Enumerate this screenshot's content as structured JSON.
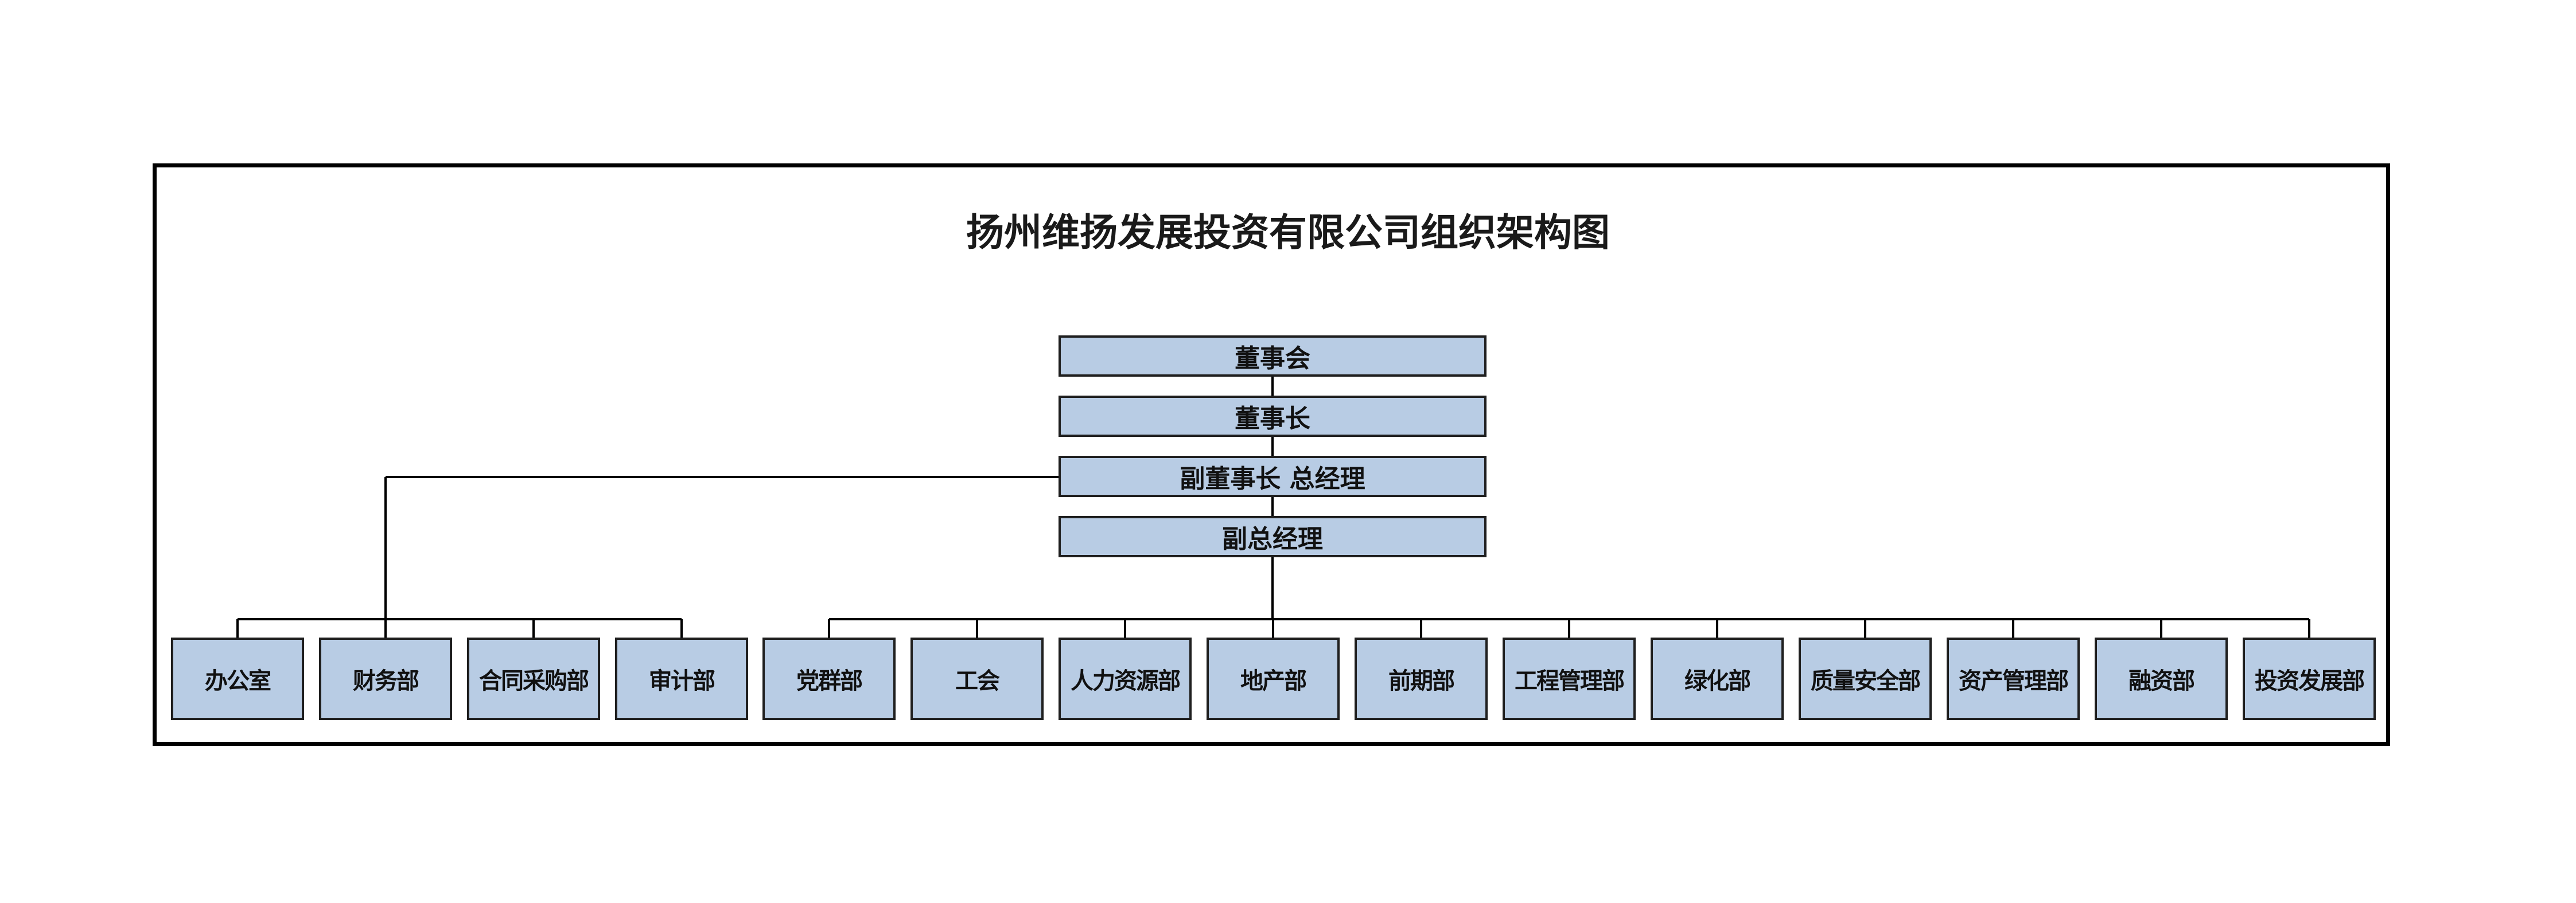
{
  "title": "扬州维扬发展投资有限公司组织架构图",
  "colors": {
    "box_fill": "#b8cce4",
    "line": "#000000"
  },
  "leadership": [
    "董事会",
    "董事长",
    "副董事长 总经理",
    "副总经理"
  ],
  "left_departments": [
    "办公室",
    "财务部",
    "合同采购部",
    "审计部"
  ],
  "right_departments": [
    "党群部",
    "工会",
    "人力资源部",
    "地产部",
    "前期部",
    "工程管理部",
    "绿化部",
    "质量安全部",
    "资产管理部",
    "融资部",
    "投资发展部"
  ]
}
